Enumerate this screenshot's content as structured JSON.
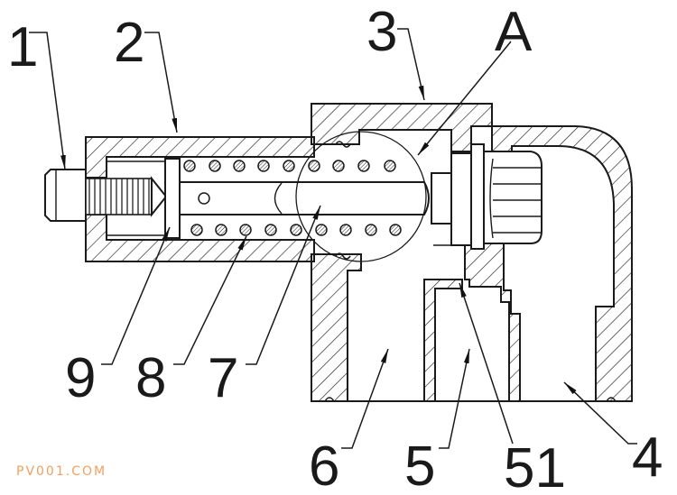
{
  "figure": {
    "callouts": {
      "c1": "1",
      "c2": "2",
      "c3": "3",
      "cA": "A",
      "c9": "9",
      "c8": "8",
      "c7": "7",
      "c6": "6",
      "c5": "5",
      "c51": "51",
      "c4": "4"
    },
    "watermark": "PV001.COM"
  },
  "colors": {
    "ink": "#1a1a1a",
    "watermark": "#f0a060"
  }
}
